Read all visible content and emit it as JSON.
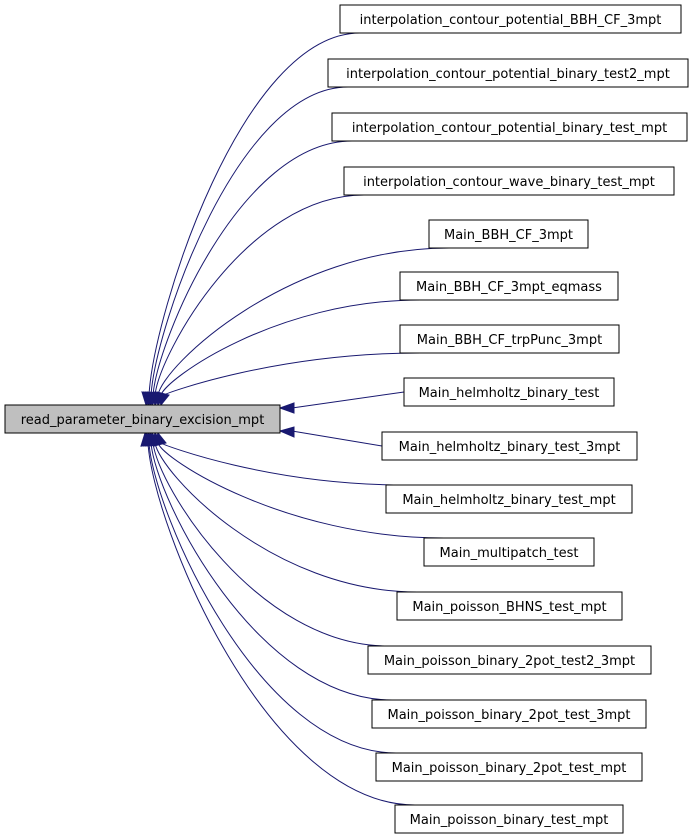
{
  "root": {
    "label": "read_parameter_binary_excision_mpt"
  },
  "callers": [
    {
      "label": "interpolation_contour_potential_BBH_CF_3mpt"
    },
    {
      "label": "interpolation_contour_potential_binary_test2_mpt"
    },
    {
      "label": "interpolation_contour_potential_binary_test_mpt"
    },
    {
      "label": "interpolation_contour_wave_binary_test_mpt"
    },
    {
      "label": "Main_BBH_CF_3mpt"
    },
    {
      "label": "Main_BBH_CF_3mpt_eqmass"
    },
    {
      "label": "Main_BBH_CF_trpPunc_3mpt"
    },
    {
      "label": "Main_helmholtz_binary_test"
    },
    {
      "label": "Main_helmholtz_binary_test_3mpt"
    },
    {
      "label": "Main_helmholtz_binary_test_mpt"
    },
    {
      "label": "Main_multipatch_test"
    },
    {
      "label": "Main_poisson_BHNS_test_mpt"
    },
    {
      "label": "Main_poisson_binary_2pot_test2_3mpt"
    },
    {
      "label": "Main_poisson_binary_2pot_test_3mpt"
    },
    {
      "label": "Main_poisson_binary_2pot_test_mpt"
    },
    {
      "label": "Main_poisson_binary_test_mpt"
    }
  ],
  "colors": {
    "edge": "#191970",
    "root_fill": "#bfbfbf",
    "node_fill": "#ffffff",
    "border": "#000000"
  }
}
